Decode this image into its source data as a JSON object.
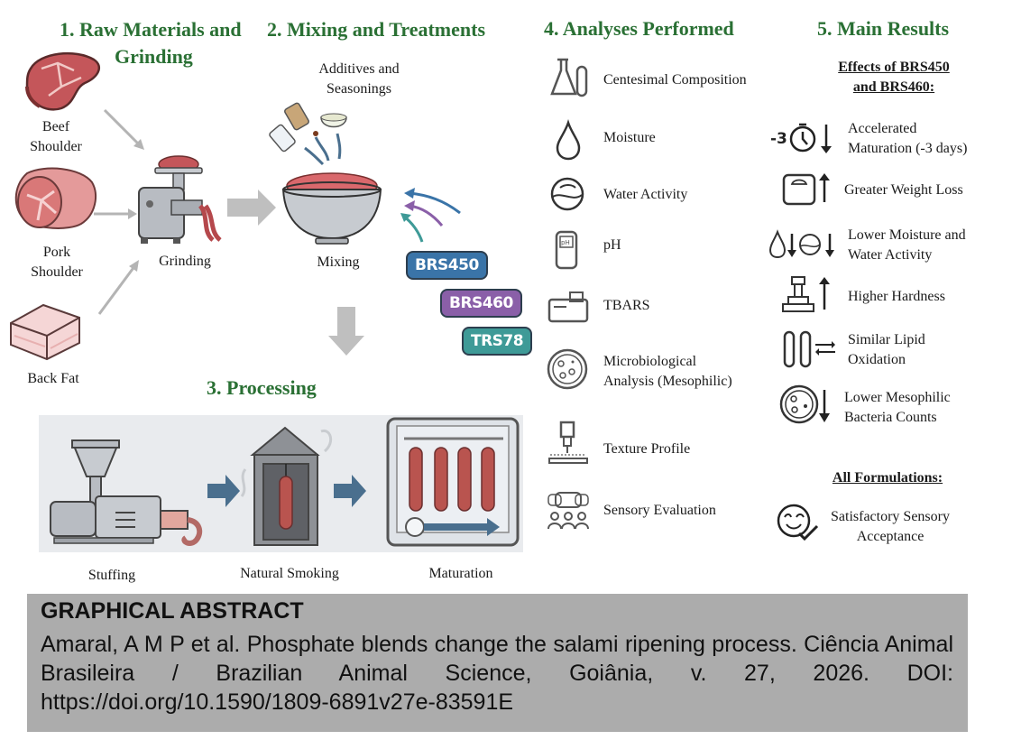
{
  "sections": {
    "raw": {
      "title_line1": "1. Raw Materials and",
      "title_line2": "Grinding",
      "items": [
        {
          "label_l1": "Beef",
          "label_l2": "Shoulder",
          "icon": "beef-steak-icon"
        },
        {
          "label_l1": "Pork",
          "label_l2": "Shoulder",
          "icon": "pork-shoulder-icon"
        },
        {
          "label_l1": "Back Fat",
          "label_l2": "",
          "icon": "back-fat-icon"
        }
      ],
      "grinding_label": "Grinding"
    },
    "mixing": {
      "title": "2. Mixing and Treatments",
      "additives_l1": "Additives and",
      "additives_l2": "Seasonings",
      "mixing_label": "Mixing",
      "treatments": [
        {
          "label": "BRS450",
          "color": "#3a74a8"
        },
        {
          "label": "BRS460",
          "color": "#8a5fa8"
        },
        {
          "label": "TRS78",
          "color": "#3e9a97"
        }
      ]
    },
    "processing": {
      "title": "3. Processing",
      "steps": [
        "Stuffing",
        "Natural Smoking",
        "Maturation"
      ]
    },
    "analyses": {
      "title": "4. Analyses Performed",
      "items": [
        {
          "label_l1": "Centesimal Composition",
          "label_l2": ""
        },
        {
          "label_l1": "Moisture",
          "label_l2": ""
        },
        {
          "label_l1": "Water Activity",
          "label_l2": ""
        },
        {
          "label_l1": "pH",
          "label_l2": ""
        },
        {
          "label_l1": "TBARS",
          "label_l2": ""
        },
        {
          "label_l1": "Microbiological",
          "label_l2": "Analysis (Mesophilic)"
        },
        {
          "label_l1": "Texture Profile",
          "label_l2": ""
        },
        {
          "label_l1": "Sensory Evaluation",
          "label_l2": ""
        }
      ]
    },
    "results": {
      "title": "5. Main Results",
      "subtitle_l1": "Effects of BRS450",
      "subtitle_l2": "and BRS460:",
      "items": [
        {
          "label_l1": "Accelerated",
          "label_l2": "Maturation  (-3 days)",
          "badge": "-3",
          "direction": "down"
        },
        {
          "label_l1": "Greater Weight  Loss",
          "label_l2": "",
          "direction": "up"
        },
        {
          "label_l1": "Lower Moisture and",
          "label_l2": "Water Activity",
          "direction": "down"
        },
        {
          "label_l1": "Higher Hardness",
          "label_l2": "",
          "direction": "up"
        },
        {
          "label_l1": "Similar Lipid",
          "label_l2": "Oxidation",
          "direction": "equal"
        },
        {
          "label_l1": "Lower Mesophilic",
          "label_l2": "Bacteria Counts",
          "direction": "down"
        }
      ],
      "all_title": "All Formulations:",
      "all_l1": "Satisfactory Sensory",
      "all_l2": "Acceptance"
    }
  },
  "footer": {
    "title": "GRAPHICAL ABSTRACT",
    "citation": "Amaral, A M P et al. Phosphate blends change the salami ripening process. Ciência Animal Brasileira / Brazilian Animal Science, Goiânia, v. 27, 2026. DOI: https://doi.org/10.1590/1809-6891v27e-83591E"
  },
  "colors": {
    "heading_green": "#2a7034",
    "footer_gray": "#acacac",
    "arrow_gray": "#b4b4b4",
    "arrow_blue": "#4a6f8e",
    "meat_red": "#c4565a"
  }
}
